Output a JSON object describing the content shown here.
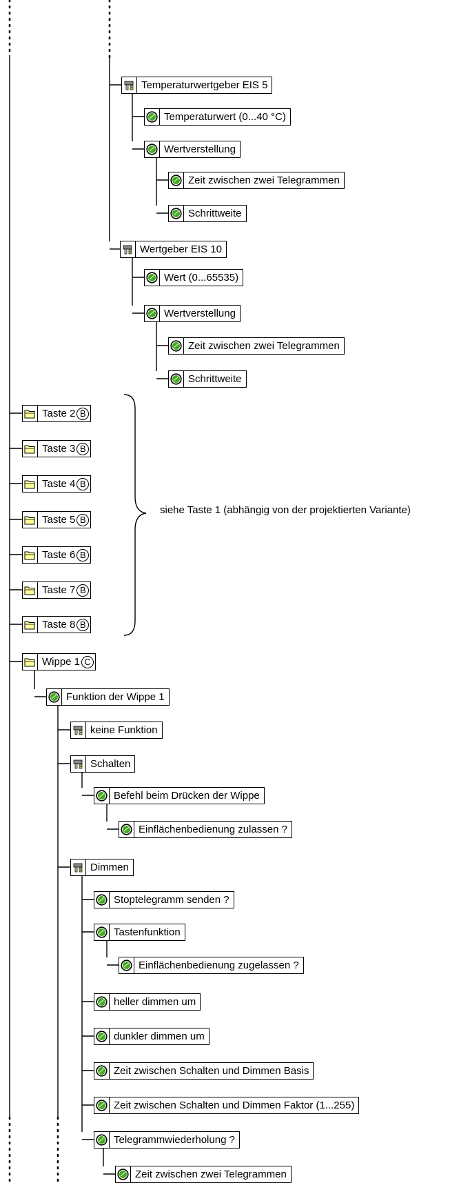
{
  "colors": {
    "folder": "#ffff99",
    "leaf": "#44aa22",
    "line": "#000000"
  },
  "brace_label": "siehe Taste 1 (abhängig von der projektierten Variante)",
  "nodes": [
    {
      "id": "tw5",
      "label": "Temperaturwertgeber EIS 5",
      "icon": "param-icon"
    },
    {
      "id": "tw5_wert",
      "label": "Temperaturwert (0...40 °C)",
      "icon": "leaf-icon"
    },
    {
      "id": "tw5_wv",
      "label": "Wertverstellung",
      "icon": "leaf-icon"
    },
    {
      "id": "tw5_zeit",
      "label": "Zeit zwischen zwei Telegrammen",
      "icon": "leaf-icon"
    },
    {
      "id": "tw5_schritt",
      "label": "Schrittweite",
      "icon": "leaf-icon"
    },
    {
      "id": "wg10",
      "label": "Wertgeber EIS 10",
      "icon": "param-icon"
    },
    {
      "id": "wg10_wert",
      "label": "Wert (0...65535)",
      "icon": "leaf-icon"
    },
    {
      "id": "wg10_wv",
      "label": "Wertverstellung",
      "icon": "leaf-icon"
    },
    {
      "id": "wg10_zeit",
      "label": "Zeit zwischen zwei Telegrammen",
      "icon": "leaf-icon"
    },
    {
      "id": "wg10_schritt",
      "label": "Schrittweite",
      "icon": "leaf-icon"
    },
    {
      "id": "taste2",
      "label": "Taste 2",
      "icon": "folder-icon",
      "badge": "B"
    },
    {
      "id": "taste3",
      "label": "Taste 3",
      "icon": "folder-icon",
      "badge": "B"
    },
    {
      "id": "taste4",
      "label": "Taste 4",
      "icon": "folder-icon",
      "badge": "B"
    },
    {
      "id": "taste5",
      "label": "Taste 5",
      "icon": "folder-icon",
      "badge": "B"
    },
    {
      "id": "taste6",
      "label": "Taste 6",
      "icon": "folder-icon",
      "badge": "B"
    },
    {
      "id": "taste7",
      "label": "Taste 7",
      "icon": "folder-icon",
      "badge": "B"
    },
    {
      "id": "taste8",
      "label": "Taste 8",
      "icon": "folder-icon",
      "badge": "B"
    },
    {
      "id": "wippe1",
      "label": "Wippe 1",
      "icon": "folder-icon",
      "badge": "C"
    },
    {
      "id": "fw1",
      "label": "Funktion der Wippe 1",
      "icon": "leaf-icon"
    },
    {
      "id": "keine",
      "label": "keine Funktion",
      "icon": "param-icon"
    },
    {
      "id": "schalten",
      "label": "Schalten",
      "icon": "param-icon"
    },
    {
      "id": "befehl",
      "label": "Befehl beim Drücken der Wippe",
      "icon": "leaf-icon"
    },
    {
      "id": "einfl1",
      "label": "Einflächenbedienung zulassen ?",
      "icon": "leaf-icon"
    },
    {
      "id": "dimmen",
      "label": "Dimmen",
      "icon": "param-icon"
    },
    {
      "id": "stop",
      "label": "Stoptelegramm senden ?",
      "icon": "leaf-icon"
    },
    {
      "id": "tastenf",
      "label": "Tastenfunktion",
      "icon": "leaf-icon"
    },
    {
      "id": "einfl2",
      "label": "Einflächenbedienung zugelassen ?",
      "icon": "leaf-icon"
    },
    {
      "id": "heller",
      "label": "heller dimmen um",
      "icon": "leaf-icon"
    },
    {
      "id": "dunkler",
      "label": "dunkler dimmen um",
      "icon": "leaf-icon"
    },
    {
      "id": "zsdb",
      "label": "Zeit zwischen Schalten und Dimmen Basis",
      "icon": "leaf-icon"
    },
    {
      "id": "zsdf",
      "label": "Zeit zwischen Schalten und Dimmen Faktor (1...255)",
      "icon": "leaf-icon"
    },
    {
      "id": "telewdh",
      "label": "Telegrammwiederholung ?",
      "icon": "leaf-icon"
    },
    {
      "id": "zzt",
      "label": "Zeit zwischen zwei Telegrammen",
      "icon": "leaf-icon"
    }
  ]
}
